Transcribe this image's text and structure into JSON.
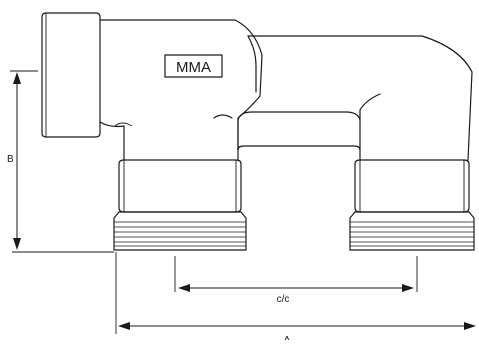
{
  "diagram": {
    "logo_text": "MMA",
    "dimensions": {
      "height_label": "B",
      "center_label": "c/c",
      "overall_label": "A"
    }
  }
}
